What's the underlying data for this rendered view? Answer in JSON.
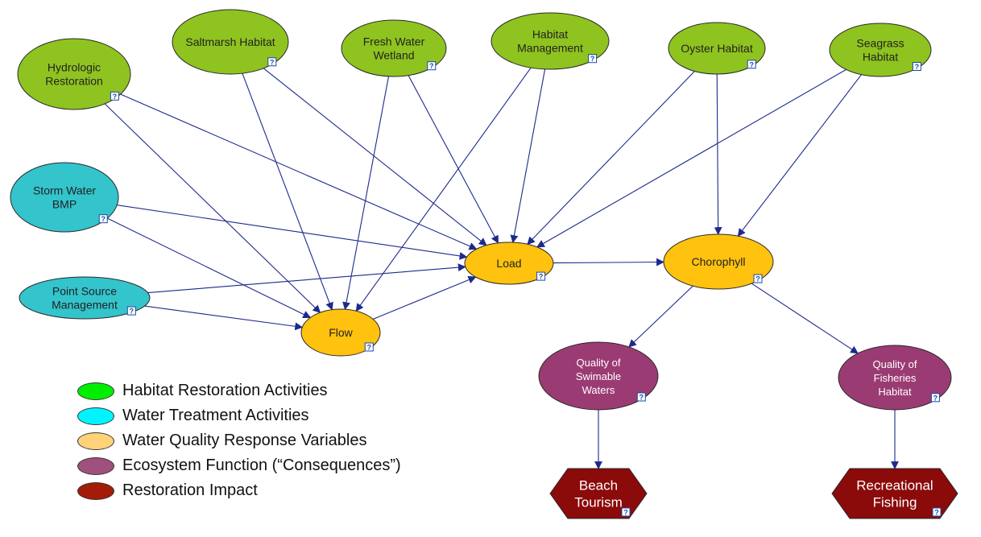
{
  "colors": {
    "green": "#8fc31f",
    "cyan": "#33c4cc",
    "yellow": "#ffc20e",
    "purple": "#9b3b73",
    "darkred": "#8b0a0a",
    "edge": "#1c2a8c"
  },
  "help_marker": "?",
  "nodes": {
    "hydrologic": {
      "lines": [
        "Hydrologic",
        "Restoration"
      ],
      "category": "habitat"
    },
    "saltmarsh": {
      "lines": [
        "Saltmarsh Habitat"
      ],
      "category": "habitat"
    },
    "freshwater": {
      "lines": [
        "Fresh Water",
        "Wetland"
      ],
      "category": "habitat"
    },
    "habmgmt": {
      "lines": [
        "Habitat",
        "Management"
      ],
      "category": "habitat"
    },
    "oyster": {
      "lines": [
        "Oyster Habitat"
      ],
      "category": "habitat"
    },
    "seagrass": {
      "lines": [
        "Seagrass",
        "Habitat"
      ],
      "category": "habitat"
    },
    "stormwater": {
      "lines": [
        "Storm Water",
        "BMP"
      ],
      "category": "treatment"
    },
    "pointsource": {
      "lines": [
        "Point Source",
        "Management"
      ],
      "category": "treatment"
    },
    "load": {
      "lines": [
        "Load"
      ],
      "category": "response"
    },
    "flow": {
      "lines": [
        "Flow"
      ],
      "category": "response"
    },
    "chlorophyll": {
      "lines": [
        "Chorophyll"
      ],
      "category": "response"
    },
    "swimmable": {
      "lines": [
        "Quality of",
        "Swimable",
        "Waters"
      ],
      "category": "function"
    },
    "fisheries": {
      "lines": [
        "Quality of",
        "Fisheries",
        "Habitat"
      ],
      "category": "function"
    },
    "beach": {
      "lines": [
        "Beach",
        "Tourism"
      ],
      "category": "impact"
    },
    "fishing": {
      "lines": [
        "Recreational",
        "Fishing"
      ],
      "category": "impact"
    }
  },
  "edges": [
    [
      "hydrologic",
      "load"
    ],
    [
      "hydrologic",
      "flow"
    ],
    [
      "saltmarsh",
      "load"
    ],
    [
      "saltmarsh",
      "flow"
    ],
    [
      "freshwater",
      "load"
    ],
    [
      "freshwater",
      "flow"
    ],
    [
      "habmgmt",
      "load"
    ],
    [
      "habmgmt",
      "flow"
    ],
    [
      "oyster",
      "load"
    ],
    [
      "oyster",
      "chlorophyll"
    ],
    [
      "seagrass",
      "load"
    ],
    [
      "seagrass",
      "chlorophyll"
    ],
    [
      "stormwater",
      "load"
    ],
    [
      "stormwater",
      "flow"
    ],
    [
      "pointsource",
      "load"
    ],
    [
      "pointsource",
      "flow"
    ],
    [
      "flow",
      "load"
    ],
    [
      "load",
      "chlorophyll"
    ],
    [
      "chlorophyll",
      "swimmable"
    ],
    [
      "chlorophyll",
      "fisheries"
    ],
    [
      "swimmable",
      "beach"
    ],
    [
      "fisheries",
      "fishing"
    ]
  ],
  "legend": [
    {
      "label": "Habitat Restoration Activities",
      "color": "#00ee00"
    },
    {
      "label": "Water Treatment Activities",
      "color": "#00f4ff"
    },
    {
      "label": "Water Quality Response Variables",
      "color": "#ffd27a"
    },
    {
      "label": "Ecosystem Function (“Consequences”)",
      "color": "#a0507c"
    },
    {
      "label": "Restoration Impact",
      "color": "#a31c08"
    }
  ]
}
